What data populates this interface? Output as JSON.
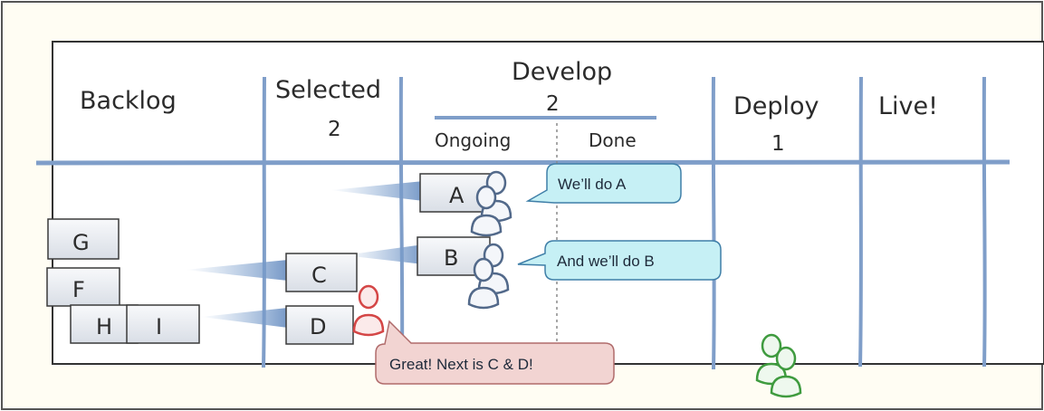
{
  "board": {
    "columns": {
      "backlog": {
        "title": "Backlog",
        "limit": ""
      },
      "selected": {
        "title": "Selected",
        "limit": "2"
      },
      "develop": {
        "title": "Develop",
        "limit": "2",
        "sub": {
          "ongoing": "Ongoing",
          "done": "Done"
        }
      },
      "deploy": {
        "title": "Deploy",
        "limit": "1"
      },
      "live": {
        "title": "Live!"
      }
    }
  },
  "cards": {
    "A": "A",
    "B": "B",
    "C": "C",
    "D": "D",
    "G": "G",
    "F": "F",
    "H": "H",
    "I": "I"
  },
  "bubbles": {
    "a": "We’ll do A",
    "b": "And we’ll do B",
    "next": "Great! Next is C & D!"
  },
  "colors": {
    "lines": "#7f9ec9",
    "card_bg": "#e9edf3",
    "card_border": "#3a3a3a",
    "bubble_fill": "#c6f0f5",
    "bubble_stroke": "#3f7fa8",
    "next_fill": "#f2d4d2",
    "next_stroke": "#b06b6b",
    "team_blue": "#52698a",
    "team_red": "#d44646",
    "team_green": "#3f9b3f",
    "frame_bg": "#fffdf3"
  }
}
